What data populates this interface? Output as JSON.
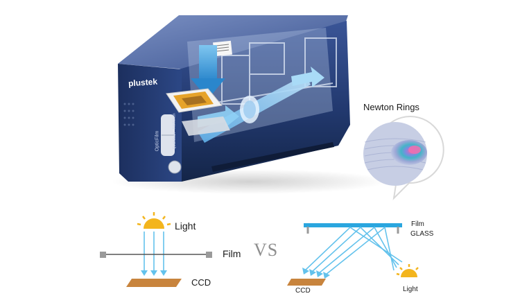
{
  "device": {
    "brand": "plustek",
    "model": "OpticFilm",
    "button_top": "IntelliScan",
    "button_bottom": "QuickScan"
  },
  "callout": {
    "title": "Newton Rings"
  },
  "left_diagram": {
    "light_label": "Light",
    "film_label": "Film",
    "ccd_label": "CCD"
  },
  "vs_label": "VS",
  "right_diagram": {
    "film_label": "Film",
    "glass_label": "GLASS",
    "ccd_label": "CCD",
    "light_label": "Light"
  },
  "colors": {
    "scanner_body": "#1f3466",
    "beam": "#5aa3dc",
    "sun": "#f3b51e",
    "ccd": "#c8843d",
    "film_bar": "#9a9a9a",
    "glass_bar": "#2aa6df"
  }
}
